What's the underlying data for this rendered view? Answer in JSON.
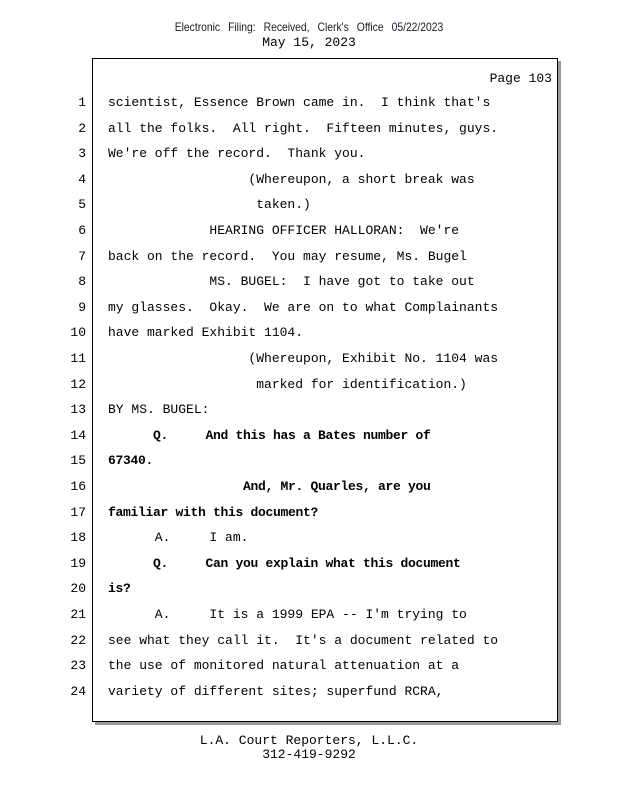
{
  "header": {
    "filing_stamp": "Electronic Filing: Received, Clerk's Office 05/22/2023",
    "date": "May 15, 2023"
  },
  "page_label": "Page 103",
  "lines": [
    {
      "n": "1",
      "text": "scientist, Essence Brown came in.  I think that's",
      "bold": false
    },
    {
      "n": "2",
      "text": "all the folks.  All right.  Fifteen minutes, guys.",
      "bold": false
    },
    {
      "n": "3",
      "text": "We're off the record.  Thank you.",
      "bold": false
    },
    {
      "n": "4",
      "text": "                  (Whereupon, a short break was",
      "bold": false
    },
    {
      "n": "5",
      "text": "                   taken.)",
      "bold": false
    },
    {
      "n": "6",
      "text": "             HEARING OFFICER HALLORAN:  We're",
      "bold": false
    },
    {
      "n": "7",
      "text": "back on the record.  You may resume, Ms. Bugel",
      "bold": false
    },
    {
      "n": "8",
      "text": "             MS. BUGEL:  I have got to take out",
      "bold": false
    },
    {
      "n": "9",
      "text": "my glasses.  Okay.  We are on to what Complainants",
      "bold": false
    },
    {
      "n": "10",
      "text": "have marked Exhibit 1104.",
      "bold": false
    },
    {
      "n": "11",
      "text": "                  (Whereupon, Exhibit No. 1104 was",
      "bold": false
    },
    {
      "n": "12",
      "text": "                   marked for identification.)",
      "bold": false
    },
    {
      "n": "13",
      "text": "BY MS. BUGEL:",
      "bold": false
    },
    {
      "n": "14",
      "text": "      Q.     And this has a Bates number of",
      "bold": true
    },
    {
      "n": "15",
      "text": "67340.",
      "bold": true
    },
    {
      "n": "16",
      "text": "                  And, Mr. Quarles, are you",
      "bold": true
    },
    {
      "n": "17",
      "text": "familiar with this document?",
      "bold": true
    },
    {
      "n": "18",
      "text": "      A.     I am.",
      "bold": false
    },
    {
      "n": "19",
      "text": "      Q.     Can you explain what this document",
      "bold": true
    },
    {
      "n": "20",
      "text": "is?",
      "bold": true
    },
    {
      "n": "21",
      "text": "      A.     It is a 1999 EPA -- I'm trying to",
      "bold": false
    },
    {
      "n": "22",
      "text": "see what they call it.  It's a document related to",
      "bold": false
    },
    {
      "n": "23",
      "text": "the use of monitored natural attenuation at a",
      "bold": false
    },
    {
      "n": "24",
      "text": "variety of different sites; superfund RCRA,",
      "bold": false
    }
  ],
  "footer": {
    "company": "L.A. Court Reporters, L.L.C.",
    "phone": "312-419-9292"
  }
}
